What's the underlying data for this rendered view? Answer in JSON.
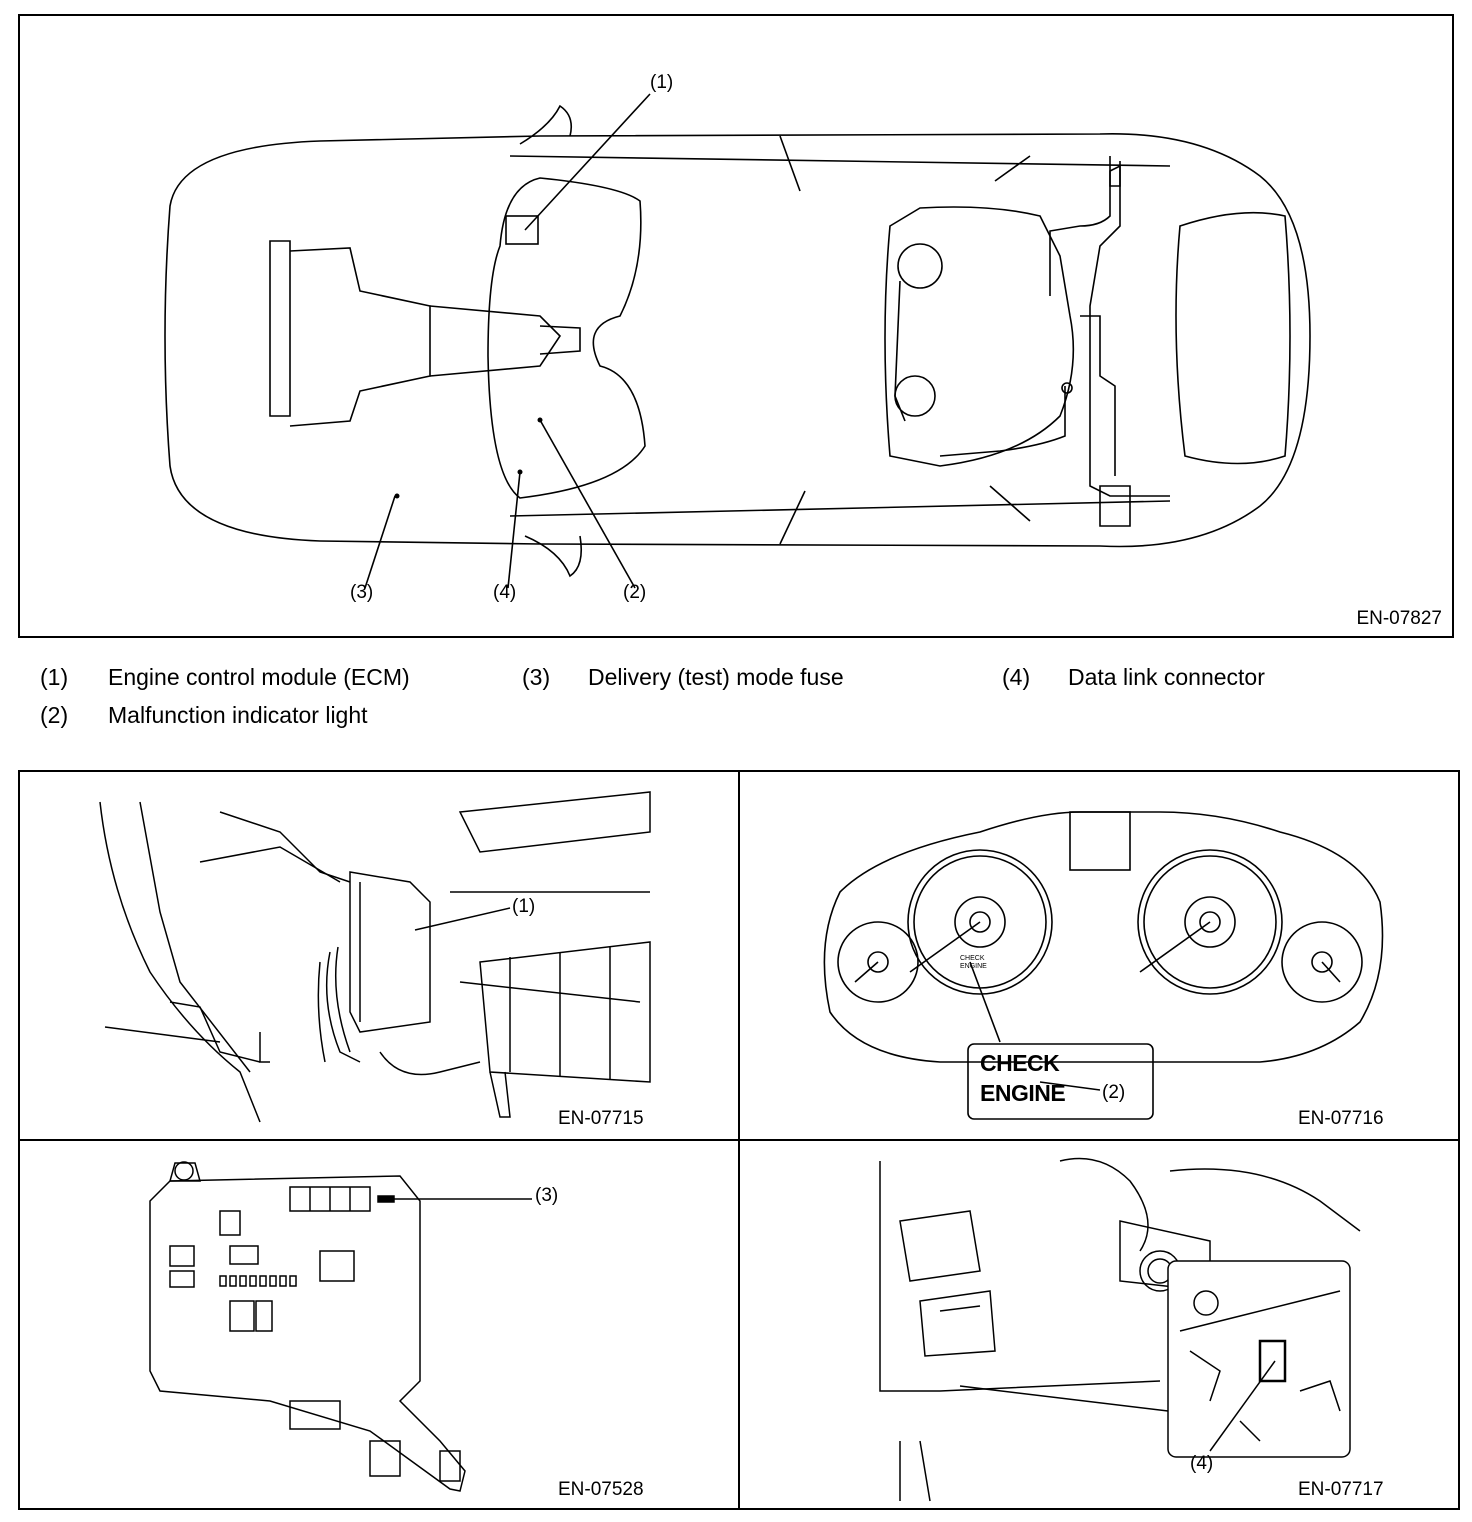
{
  "overview": {
    "figure_code": "EN-07827",
    "callouts": {
      "c1": "(1)",
      "c2": "(2)",
      "c3": "(3)",
      "c4": "(4)"
    }
  },
  "legend": [
    {
      "num": "(1)",
      "text": "Engine control module (ECM)"
    },
    {
      "num": "(2)",
      "text": "Malfunction indicator light"
    },
    {
      "num": "(3)",
      "text": "Delivery (test) mode fuse"
    },
    {
      "num": "(4)",
      "text": "Data link connector"
    }
  ],
  "panels": {
    "ecm": {
      "figure_code": "EN-07715",
      "callout": "(1)"
    },
    "cluster": {
      "figure_code": "EN-07716",
      "callout": "(2)",
      "lamp_line1": "CHECK",
      "lamp_line2": "ENGINE"
    },
    "fusebox": {
      "figure_code": "EN-07528",
      "callout": "(3)"
    },
    "dlc": {
      "figure_code": "EN-07717",
      "callout": "(4)"
    }
  }
}
